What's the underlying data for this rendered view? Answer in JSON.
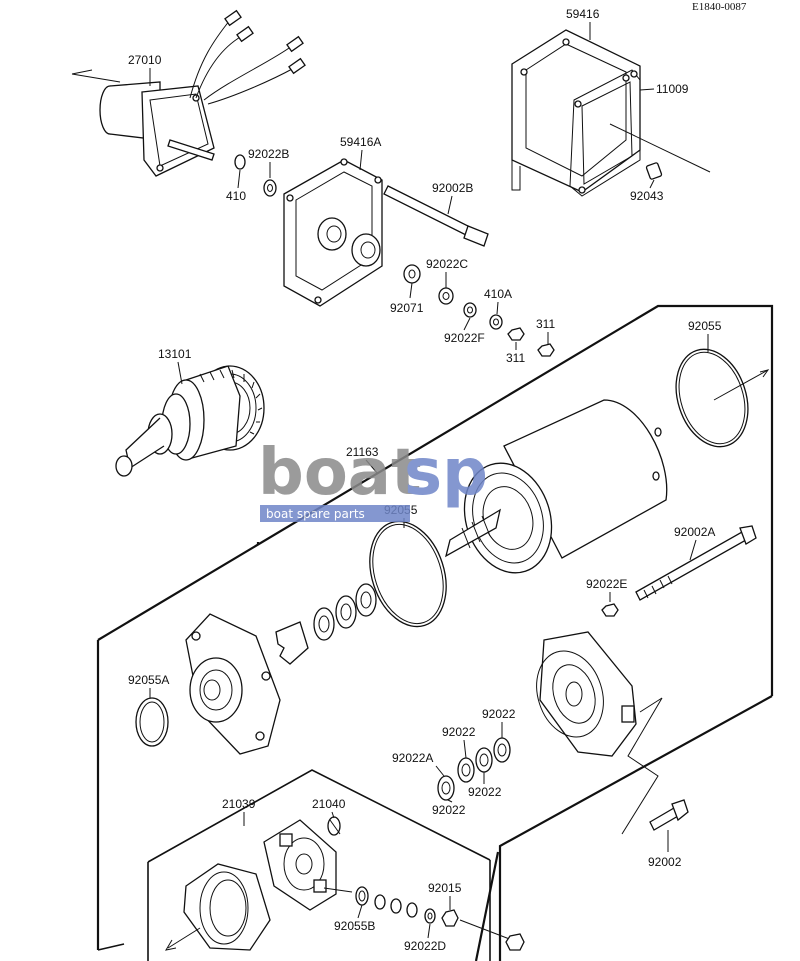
{
  "diagram_code": "E1840-0087",
  "labels": {
    "p27010": "27010",
    "p59416": "59416",
    "p11009": "11009",
    "p92022B": "92022B",
    "p410": "410",
    "p59416A": "59416A",
    "p92002B": "92002B",
    "p92043": "92043",
    "p92022C": "92022C",
    "p410A": "410A",
    "p92071": "92071",
    "p92022F": "92022F",
    "p311a": "311",
    "p311b": "311",
    "p13101": "13101",
    "p92055a": "92055",
    "p21163": "21163",
    "p92055b": "92055",
    "p92002A": "92002A",
    "p92022E": "92022E",
    "p92055A": "92055A",
    "p92022a": "92022",
    "p92022b": "92022",
    "p92022A": "92022A",
    "p92022c": "92022",
    "p92022d": "92022",
    "p21039": "21039",
    "p21040": "21040",
    "p92002": "92002",
    "p92015": "92015",
    "p92055B": "92055B",
    "p92022D": "92022D"
  },
  "watermark": {
    "word_a": "boat",
    "word_b": "sp",
    "tagline": "boat spare parts",
    "color_gray": "#8a8a8a",
    "color_blue": "#6f86c8"
  }
}
